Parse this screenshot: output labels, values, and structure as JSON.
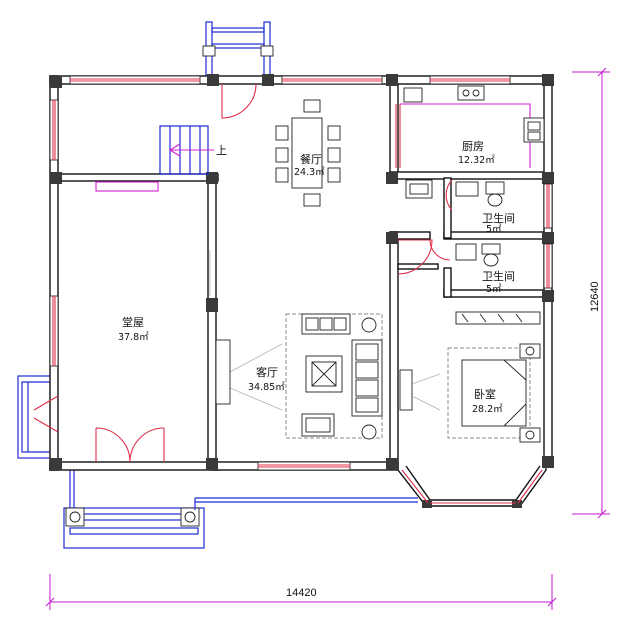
{
  "rooms": {
    "dining": {
      "name": "餐厅",
      "area": "24.3㎡"
    },
    "kitchen": {
      "name": "厨房",
      "area": "12.32㎡"
    },
    "bath1": {
      "name": "卫生间",
      "area": "5㎡"
    },
    "bath2": {
      "name": "卫生间",
      "area": "5㎡"
    },
    "hall": {
      "name": "堂屋",
      "area": "37.8㎡"
    },
    "living": {
      "name": "客厅",
      "area": "34.85㎡"
    },
    "bedroom": {
      "name": "卧室",
      "area": "28.2㎡"
    }
  },
  "stair_label": "上",
  "dimensions": {
    "width": "14420",
    "height": "12640"
  },
  "colors": {
    "wall": "#111111",
    "window": "#e0304a",
    "stair": "#1f2bd6",
    "counter": "#d61fd0",
    "dimension": "#c21ad0"
  }
}
